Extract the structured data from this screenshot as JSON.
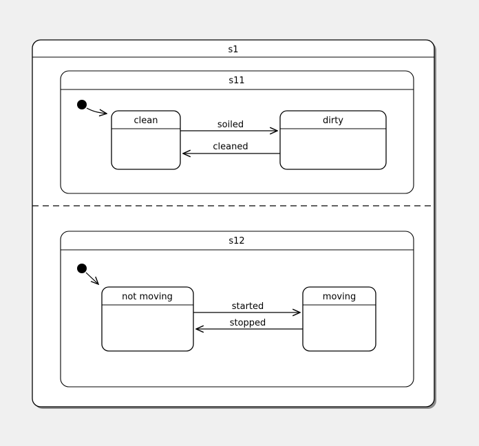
{
  "colors": {
    "page-background": "#f0f0f0",
    "state-fill": "#ffffff",
    "line": "#000000",
    "text": "#000000",
    "shadow": "#8a8a8a"
  },
  "diagram": {
    "type": "uml-state-machine",
    "root": {
      "label": "s1"
    },
    "regions": [
      {
        "label": "s11",
        "initial": "clean",
        "states": [
          {
            "label": "clean"
          },
          {
            "label": "dirty"
          }
        ],
        "transitions": [
          {
            "label": "soiled",
            "from": "clean",
            "to": "dirty"
          },
          {
            "label": "cleaned",
            "from": "dirty",
            "to": "clean"
          }
        ]
      },
      {
        "label": "s12",
        "initial": "not moving",
        "states": [
          {
            "label": "not moving"
          },
          {
            "label": "moving"
          }
        ],
        "transitions": [
          {
            "label": "started",
            "from": "not moving",
            "to": "moving"
          },
          {
            "label": "stopped",
            "from": "moving",
            "to": "not moving"
          }
        ]
      }
    ]
  }
}
